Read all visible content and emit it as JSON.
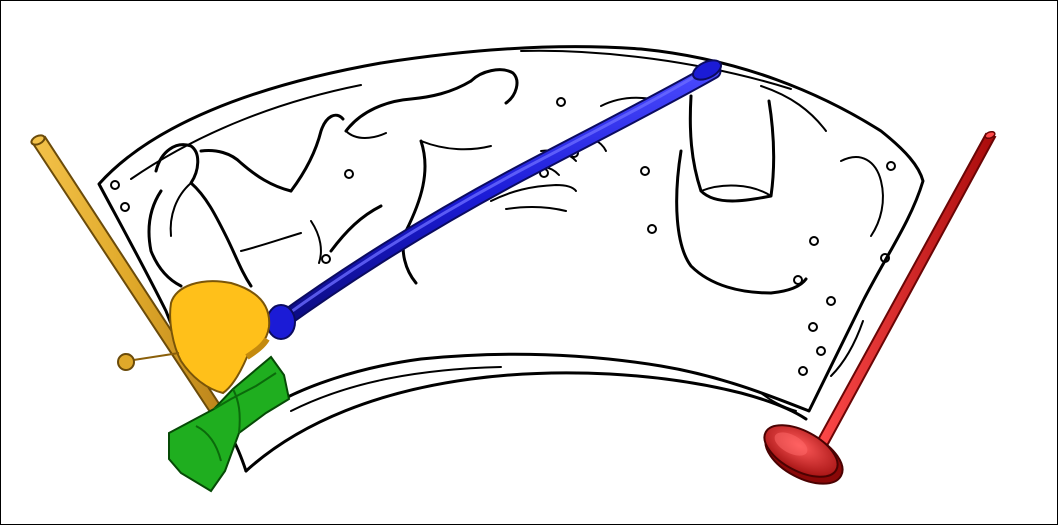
{
  "colors": {
    "background": "#ffffff",
    "outline": "#000000",
    "gold_tool": "#e0a92a",
    "gold_body": "#ffc01a",
    "blue_bar": "#1b1bd6",
    "green_wedge": "#1fae1f",
    "red_probe": "#e01515"
  },
  "components": [
    {
      "name": "arc-fragment",
      "color_key": "outline"
    },
    {
      "name": "gold-pointer-rod",
      "color_key": "gold_tool"
    },
    {
      "name": "gold-housing",
      "color_key": "gold_body"
    },
    {
      "name": "gold-pin",
      "color_key": "gold_tool"
    },
    {
      "name": "blue-curved-bar",
      "color_key": "blue_bar"
    },
    {
      "name": "green-wedge-block",
      "color_key": "green_wedge"
    },
    {
      "name": "red-rod",
      "color_key": "red_probe"
    },
    {
      "name": "red-knurled-disc",
      "color_key": "red_probe"
    }
  ]
}
